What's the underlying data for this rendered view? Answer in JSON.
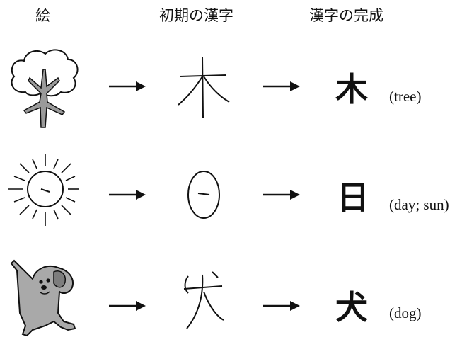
{
  "headers": {
    "picture": "絵",
    "early": "初期の漢字",
    "complete": "漢字の完成"
  },
  "rows": [
    {
      "kanji": "木",
      "meaning": "(tree)"
    },
    {
      "kanji": "日",
      "meaning": "(day; sun)"
    },
    {
      "kanji": "犬",
      "meaning": "(dog)"
    }
  ]
}
